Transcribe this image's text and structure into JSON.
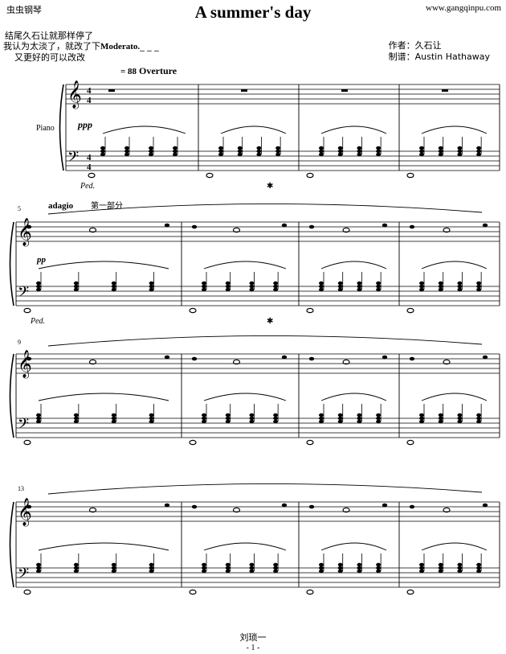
{
  "header": {
    "site_left": "虫虫钢琴",
    "site_right": "www.gangqinpu.com",
    "title": "A summer's day"
  },
  "notes": {
    "line1": "结尾久石让就那样停了",
    "line2_pre": "我认为太淡了，就改了下",
    "line2_bold": "Moderato.",
    "line2_post": "_ _ _",
    "line3": "又更好的可以改改"
  },
  "credits": {
    "composer": "作者：久石让",
    "arranger": "制谱：Austin Hathaway"
  },
  "score": {
    "tempo": "= 88",
    "overture": "Overture",
    "instrument": "Piano",
    "time_signature_top": "4",
    "time_signature_bottom": "4",
    "dynamic_first": "ppp",
    "dynamic_second": "pp",
    "tempo_text": "adagio",
    "section_label": "第一部分",
    "pedal_mark": "Ped.",
    "pedal_release": "✱",
    "measure_numbers": [
      "5",
      "9",
      "13"
    ]
  },
  "footer": {
    "name": "刘琐一",
    "page": "- 1 -"
  }
}
